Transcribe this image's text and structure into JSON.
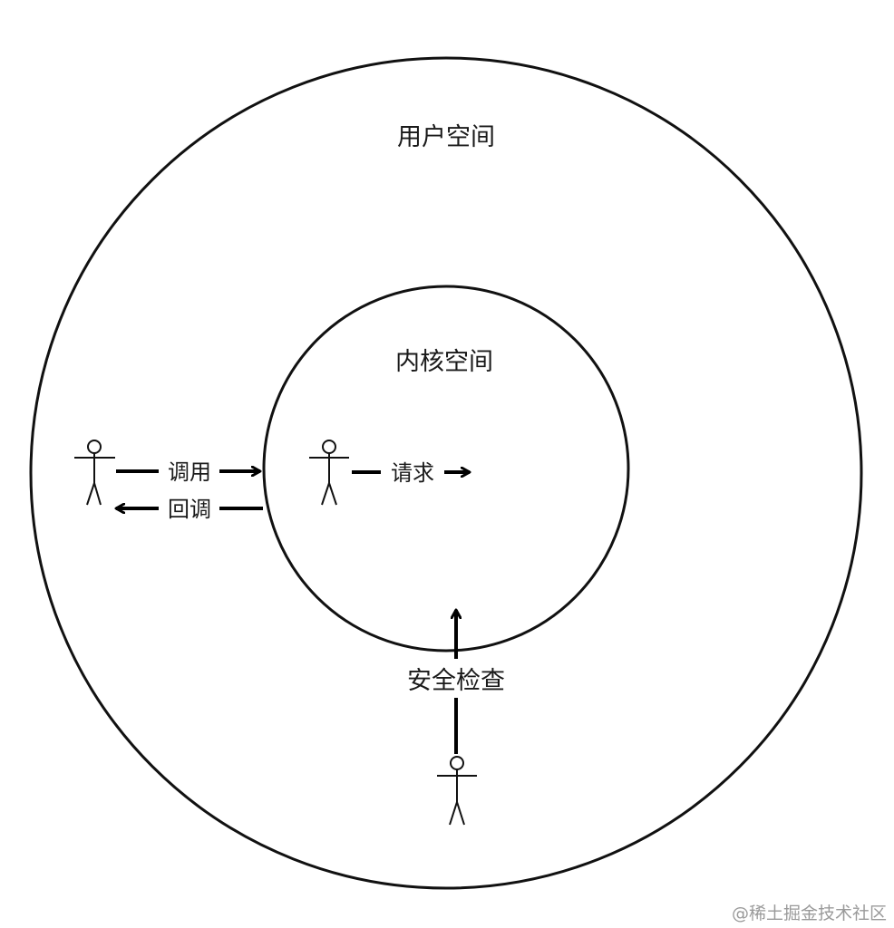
{
  "diagram": {
    "outer_circle_label": "用户空间",
    "inner_circle_label": "内核空间",
    "arrows": {
      "call": "调用",
      "callback": "回调",
      "request": "请求",
      "security_check": "安全检查"
    }
  },
  "watermark": "@稀土掘金技术社区"
}
